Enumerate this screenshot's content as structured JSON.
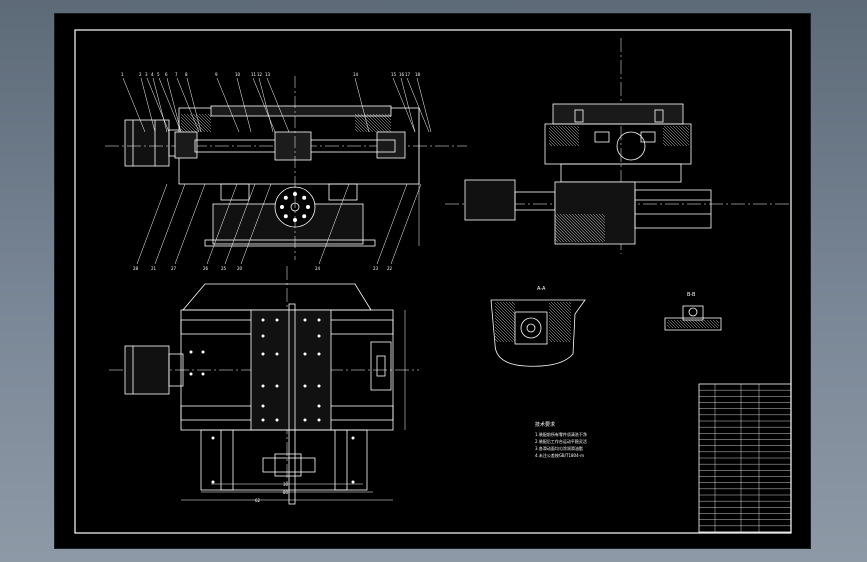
{
  "drawing": {
    "background": "#000000",
    "line_color": "#ffffff",
    "frame_color": "#ffffff",
    "canvas_bg": "#6f7c8a",
    "balloon_numbers_top": [
      "1",
      "2",
      "3",
      "4",
      "5",
      "6",
      "7",
      "8",
      "9",
      "10",
      "11",
      "12",
      "13",
      "14",
      "15",
      "16",
      "17",
      "18"
    ],
    "balloon_numbers_bottom": [
      "28",
      "27",
      "26",
      "25",
      "24",
      "23",
      "22",
      "21",
      "20"
    ],
    "section_labels": [
      "A-A",
      "B-B"
    ],
    "dims_plan": [
      "30",
      "80",
      "62"
    ],
    "notes_heading": "技术要求",
    "notes_lines": [
      "1.装配前所有零件须清洗干净",
      "2.装配后工作台运动平稳灵活",
      "3.各滑动面均匀涂润滑油脂",
      "4.未注公差按GB/T1804-m"
    ],
    "title_block_rows": 24
  }
}
